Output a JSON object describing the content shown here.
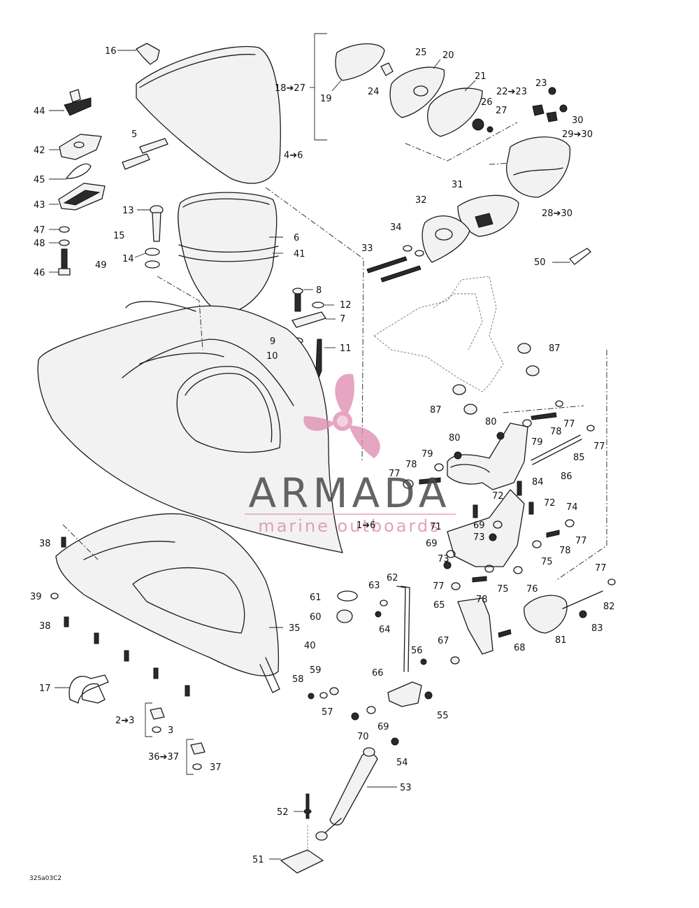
{
  "diagram_code": "32Sa03C2",
  "watermark": {
    "brand": "ARMADA",
    "tagline": "marine outboards",
    "accent": "#e08fb2",
    "text_color": "#4a4a4a"
  },
  "callouts": {
    "c1": "1➔6",
    "c2": "2➔3",
    "c3": "3",
    "c4": "4➔6",
    "c5": "5",
    "c6": "6",
    "c7": "7",
    "c8": "8",
    "c9": "9",
    "c10": "10",
    "c11": "11",
    "c12": "12",
    "c13": "13",
    "c14": "14",
    "c15": "15",
    "c16": "16",
    "c17": "17",
    "c18": "18➔27",
    "c19": "19",
    "c20": "20",
    "c21": "21",
    "c22": "22➔23",
    "c23": "23",
    "c24": "24",
    "c25": "25",
    "c26": "26",
    "c27": "27",
    "c28": "28➔30",
    "c29": "29➔30",
    "c30": "30",
    "c31": "31",
    "c32": "32",
    "c33": "33",
    "c34": "34",
    "c35": "35",
    "c36": "36➔37",
    "c37": "37",
    "c38a": "38",
    "c38b": "38",
    "c39": "39",
    "c40": "40",
    "c41": "41",
    "c42": "42",
    "c43": "43",
    "c44": "44",
    "c45": "45",
    "c46": "46",
    "c47": "47",
    "c48": "48",
    "c49": "49",
    "c50": "50",
    "c51": "51",
    "c52": "52",
    "c53": "53",
    "c54": "54",
    "c55": "55",
    "c56": "56",
    "c57": "57",
    "c58": "58",
    "c59": "59",
    "c60": "60",
    "c61": "61",
    "c62": "62",
    "c63": "63",
    "c64": "64",
    "c65": "65",
    "c66": "66",
    "c67": "67",
    "c68": "68",
    "c69a": "69",
    "c69b": "69",
    "c69c": "69",
    "c70": "70",
    "c71": "71",
    "c72a": "72",
    "c72b": "72",
    "c73a": "73",
    "c73b": "73",
    "c74": "74",
    "c75a": "75",
    "c75b": "75",
    "c76": "76",
    "c77a": "77",
    "c77b": "77",
    "c77c": "77",
    "c77d": "77",
    "c77e": "77",
    "c77f": "77",
    "c78a": "78",
    "c78b": "78",
    "c78c": "78",
    "c78d": "78",
    "c79a": "79",
    "c79b": "79",
    "c80a": "80",
    "c80b": "80",
    "c81": "81",
    "c82": "82",
    "c83": "83",
    "c84": "84",
    "c85": "85",
    "c86": "86",
    "c87a": "87",
    "c87b": "87"
  }
}
